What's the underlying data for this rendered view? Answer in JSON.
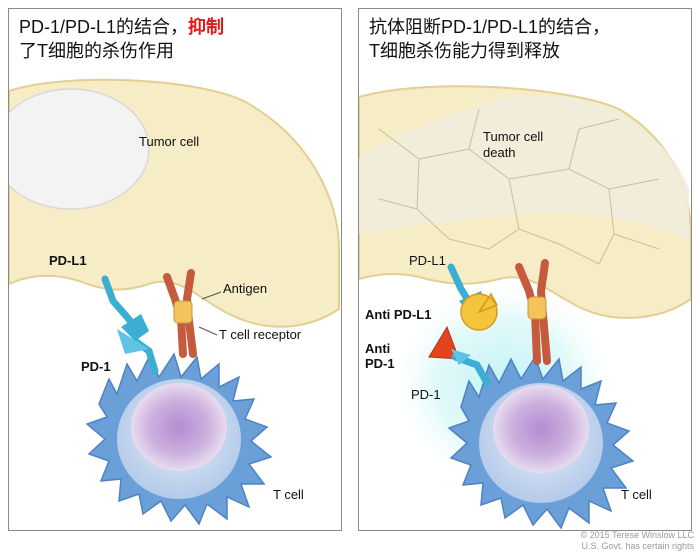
{
  "left": {
    "title_line1_black": "PD-1/PD-L1的结合，",
    "title_line1_red": "抑制",
    "title_line2": "了T细胞的杀伤作用",
    "labels": {
      "tumor": "Tumor cell",
      "pdl1": "PD-L1",
      "antigen": "Antigen",
      "tcr": "T cell receptor",
      "pd1": "PD-1",
      "tcell": "T cell"
    }
  },
  "right": {
    "title_line1": "抗体阻断PD-1/PD-L1的结合，",
    "title_line2": "T细胞杀伤能力得到释放",
    "labels": {
      "tumor1": "Tumor cell",
      "tumor2": "death",
      "pdl1": "PD-L1",
      "anti_pdl1": "Anti PD-L1",
      "anti_pd1_1": "Anti",
      "anti_pd1_2": "PD-1",
      "pd1": "PD-1",
      "tcell": "T cell"
    }
  },
  "copyright": {
    "line1": "© 2015 Terese Winslow LLC",
    "line2": "U.S. Govt. has certain rights"
  },
  "colors": {
    "red_title": "#e01818",
    "tumor_fill": "#f6ecc6",
    "pd_blue": "#3aaed3",
    "tcr_red": "#c65a3c",
    "antigen_yellow": "#f2c45a",
    "tcell_blue": "#6b9fd8",
    "nucleus_purple": "#c7a3d9",
    "anti_pd1_red": "#e2451e",
    "anti_pdl1_yellow": "#f4c43a"
  }
}
